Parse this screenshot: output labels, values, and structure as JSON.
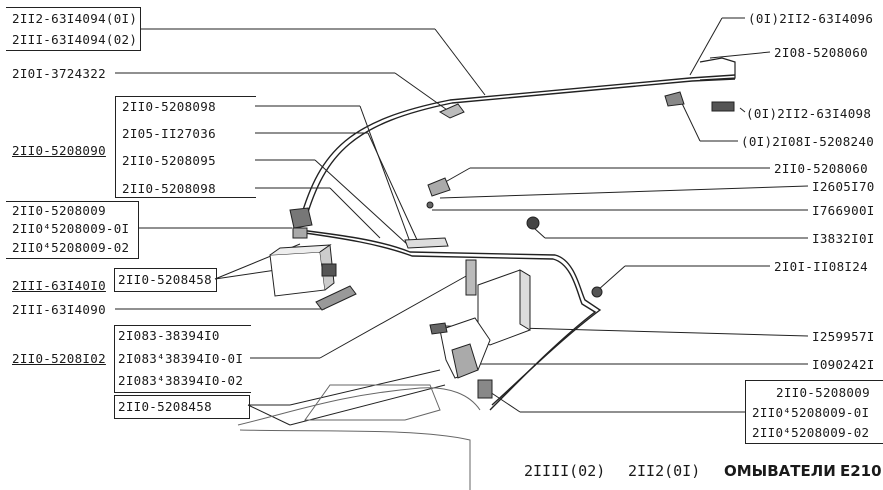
{
  "labels": {
    "l_2112_63i4094": "2II2-63I4094(0I)",
    "l_2111_63i4094": "2III-63I4094(02)",
    "l_2101_3724322": "2I0I-3724322",
    "l_2110_5208090": "2II0-5208090",
    "l_2110_5208098_a": "2II0-5208098",
    "l_2105_1127036": "2I05-II27036",
    "l_2110_5208095": "2II0-5208095",
    "l_2110_5208098_b": "2II0-5208098",
    "l_2110_5208009_a": "2II0-5208009",
    "l_2110_5208009_01_a": "2II0⁴5208009-0I",
    "l_2110_5208009_02_a": "2II0⁴5208009-02",
    "l_2111_63i4010": "2III-63I40I0",
    "l_2110_5208458_a": "2II0-5208458",
    "l_2111_63i4090": "2III-63I4090",
    "l_2110_5208102": "2II0-5208I02",
    "l_21083_3839410": "2I083-38394I0",
    "l_21083_3839410_01": "2I083⁴38394I0-0I",
    "l_21083_3839410_02": "2I083⁴38394I0-02",
    "l_2110_5208458_b": "2II0-5208458",
    "r_2112_63i4096": "(0I)2II2-63I4096",
    "r_2108_5208060": "2I08-5208060",
    "r_2112_63i4098": "(0I)2II2-63I4098",
    "r_2108_5208240": "(0I)2I08I-5208240",
    "r_2110_5208060": "2II0-5208060",
    "r_12605170": "I2605I70",
    "r_17669001": "I766900I",
    "r_13832101": "I3832I0I",
    "r_2101_1108124": "2I0I-II08I24",
    "r_12599571": "I259957I",
    "r_10902421": "I090242I",
    "r_2110_5208009_b": "2II0-5208009",
    "r_2110_5208009_01_b": "2II0⁴5208009-0I",
    "r_2110_5208009_02_b": "2II0⁴5208009-02"
  },
  "footer": {
    "models": "2IIII(02)",
    "model2": "2II2(0I)",
    "title": "ОМЫВАТЕЛИ",
    "code": "E210"
  }
}
